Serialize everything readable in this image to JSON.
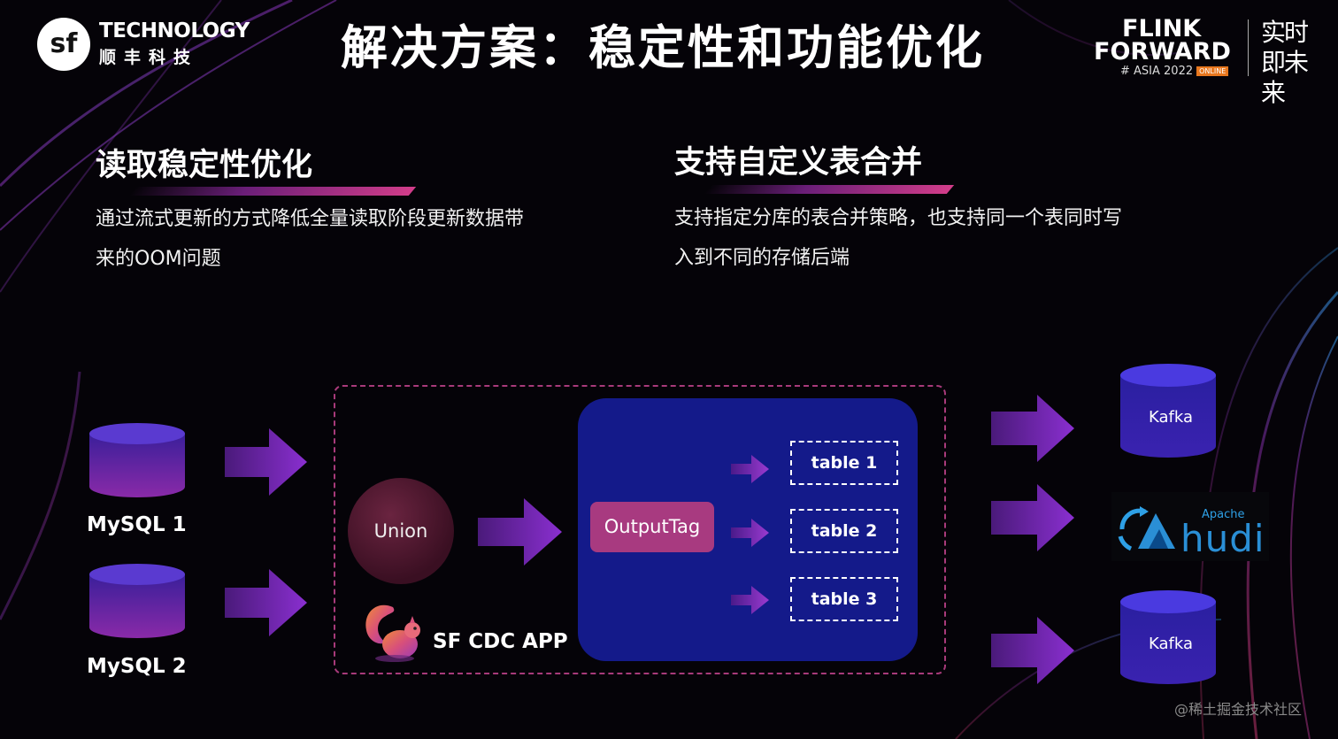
{
  "header": {
    "logo_mark": "sf",
    "logo_en": "TECHNOLOGY",
    "logo_cn": "顺丰科技",
    "title": "解决方案：稳定性和功能优化",
    "ff_line1": "FLINK",
    "ff_line2": "FORWARD",
    "ff_line3": "# ASIA 2022",
    "ff_tag": "ONLINE",
    "ff_cn": "实时即未来"
  },
  "sections": {
    "left": {
      "title": "读取稳定性优化",
      "desc_line1": "通过流式更新的方式降低全量读取阶段更新数据带",
      "desc_line2": "来的OOM问题"
    },
    "right": {
      "title": "支持自定义表合并",
      "desc_line1": "支持指定分库的表合并策略，也支持同一个表同时写",
      "desc_line2": "入到不同的存储后端"
    }
  },
  "diagram": {
    "sources": [
      "MySQL 1",
      "MySQL 2"
    ],
    "union": "Union",
    "output_tag": "OutputTag",
    "tables": [
      "table 1",
      "table 2",
      "table 3"
    ],
    "app": "SF CDC APP",
    "sinks": {
      "kafka1": "Kafka",
      "hudi_apache": "Apache",
      "hudi": "hudi",
      "kafka2": "Kafka"
    }
  },
  "watermark": "@稀土掘金技术社区",
  "colors": {
    "accent_purple": "#7a2bb8",
    "panel_blue": "#141a8a",
    "tag_magenta": "#a83a80",
    "dashed_pink": "#a83a7a"
  }
}
